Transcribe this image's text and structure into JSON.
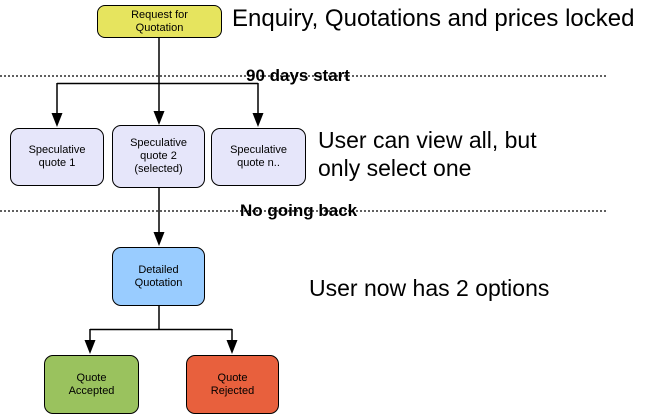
{
  "nodes": {
    "request": {
      "label": "Request for Quotation",
      "color": "#E6E45E"
    },
    "spec1": {
      "label": "Speculative quote 1",
      "color": "#E6E6FA"
    },
    "spec2": {
      "label": "Speculative quote 2 (selected)",
      "color": "#E6E6FA"
    },
    "specn": {
      "label": "Speculative quote n..",
      "color": "#E6E6FA"
    },
    "detailed": {
      "label": "Detailed Quotation",
      "color": "#99CCFF"
    },
    "accepted": {
      "label": "Quote Accepted",
      "color": "#9AC25E"
    },
    "rejected": {
      "label": "Quote Rejected",
      "color": "#E8603D"
    }
  },
  "annotations": {
    "enquiry": "Enquiry, Quotations and prices locked",
    "view_all": {
      "lines": [
        "User can view all, but",
        "only select one"
      ]
    },
    "two_options": "User now has 2 options"
  },
  "milestones": {
    "ninety_days": "90 days start",
    "no_going_back": "No going back"
  },
  "colors": {
    "line": "#000000",
    "border": "#000000",
    "background": "#FFFFFF"
  }
}
